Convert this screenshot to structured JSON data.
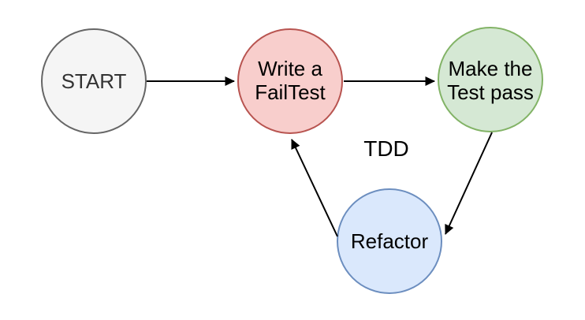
{
  "diagram": {
    "center_label": "TDD",
    "background_color": "#ffffff",
    "arrow_color": "#000000",
    "nodes": {
      "start": {
        "label": "START",
        "fill": "#f5f5f5",
        "stroke": "#666666",
        "text_color": "#333333"
      },
      "write_fail_test": {
        "lines": [
          "Write a",
          "FailTest"
        ],
        "fill": "#f8cecc",
        "stroke": "#b85450",
        "text_color": "#000000"
      },
      "make_test_pass": {
        "lines": [
          "Make the",
          "Test pass"
        ],
        "fill": "#d5e8d4",
        "stroke": "#82b366",
        "text_color": "#000000"
      },
      "refactor": {
        "label": "Refactor",
        "fill": "#dae8fc",
        "stroke": "#6c8ebf",
        "text_color": "#000000"
      }
    },
    "edges": [
      {
        "from": "START",
        "to": "Write a FailTest"
      },
      {
        "from": "Write a FailTest",
        "to": "Make the Test pass"
      },
      {
        "from": "Make the Test pass",
        "to": "Refactor"
      },
      {
        "from": "Refactor",
        "to": "Write a FailTest"
      }
    ]
  }
}
